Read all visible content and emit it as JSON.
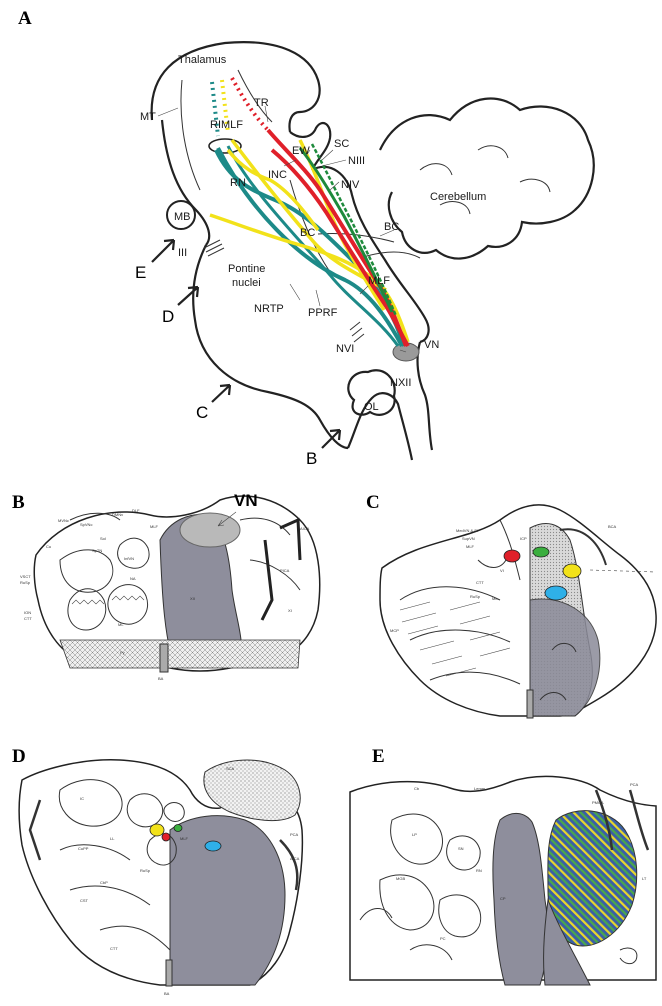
{
  "panels": {
    "A": "A",
    "B": "B",
    "C": "C",
    "D": "D",
    "E": "E"
  },
  "panel_a": {
    "labels": {
      "thalamus": "Thalamus",
      "mt": "MT",
      "tr": "TR",
      "rimlf": "RIMLF",
      "sc": "SC",
      "ew": "EW",
      "niii": "NIII",
      "inc": "INC",
      "rn": "RN",
      "niv": "NIV",
      "cerebellum": "Cerebellum",
      "mb": "MB",
      "bc1": "BC",
      "bc2": "BC",
      "iii": "III",
      "pontine": "Pontine",
      "nuclei": "nuclei",
      "mlf": "MLF",
      "nrtp": "NRTP",
      "pprf": "PPRF",
      "nvi": "NVI",
      "vn": "VN",
      "nxii": "NXII",
      "ol": "OL"
    },
    "cut_markers": {
      "e": "E",
      "d": "D",
      "c": "C",
      "b": "B"
    },
    "pathway_colors": {
      "red": "#e0202a",
      "green": "#1e8a3c",
      "yellow": "#f2e21a",
      "teal": "#1d8a88"
    }
  },
  "panel_b": {
    "vn_label": "VN",
    "small_labels": [
      "MVNc",
      "SpVNc",
      "DMNv",
      "DLF",
      "MLF",
      "Sol",
      "Cu",
      "SpTN",
      "InfVN",
      "NA",
      "PICA",
      "AICA",
      "VSCT",
      "RuSp",
      "ION",
      "CTT",
      "ML",
      "Py",
      "BA",
      "XII",
      "XI"
    ]
  },
  "panel_c": {
    "small_labels": [
      "MedVN & SI",
      "SupVN",
      "MLF",
      "VI",
      "CTT",
      "ML",
      "RuSp",
      "MCP",
      "ICP",
      "BCA"
    ],
    "marker_colors": {
      "red": "#e0202a",
      "green": "#3aae3e",
      "yellow": "#f2e21a",
      "blue": "#2fb0e8"
    }
  },
  "panel_d": {
    "small_labels": [
      "SCA",
      "PCA",
      "AICA",
      "IC",
      "MLF",
      "CuPP",
      "CbP",
      "CST",
      "LL",
      "RuSp",
      "CTT",
      "BA"
    ],
    "marker_colors": {
      "yellow": "#f2e21a",
      "red": "#e0202a",
      "green": "#3aae3e",
      "blue": "#2fb0e8"
    }
  },
  "panel_e": {
    "small_labels": [
      "Cb",
      "Lemm",
      "LP",
      "MGB",
      "SN",
      "RN",
      "CP",
      "PC",
      "PMCA",
      "PCA",
      "LT"
    ],
    "hatch_colors": {
      "blue": "#3a5ea8",
      "yellow": "#e8d82a",
      "green": "#4aa84a"
    }
  }
}
